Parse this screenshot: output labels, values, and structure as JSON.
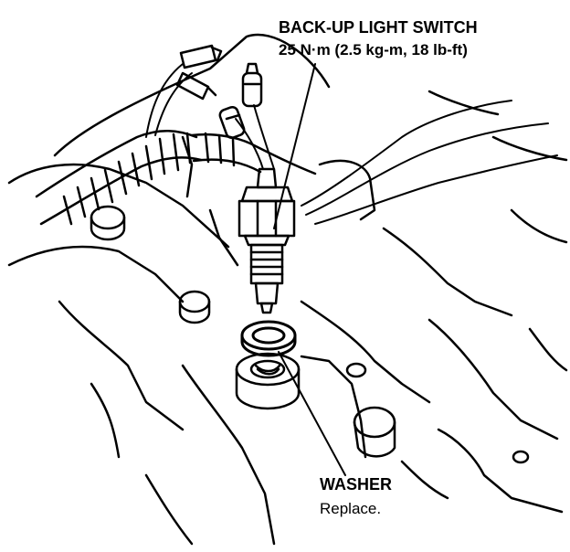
{
  "labels": {
    "switch_name": "BACK-UP LIGHT SWITCH",
    "switch_torque": "25 N·m (2.5 kg-m, 18 lb-ft)",
    "washer_name": "WASHER",
    "washer_note": "Replace."
  },
  "colors": {
    "ink": "#000000",
    "paper": "#ffffff"
  }
}
